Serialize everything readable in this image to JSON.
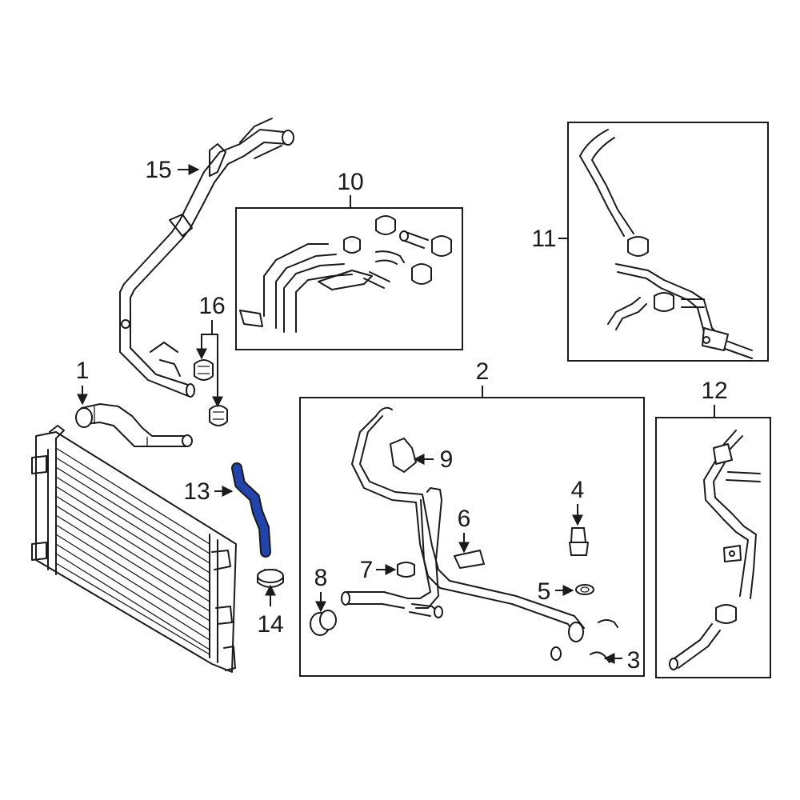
{
  "accent_color": "#2244aa",
  "callouts": {
    "c1": "1",
    "c2": "2",
    "c3": "3",
    "c4": "4",
    "c5": "5",
    "c6": "6",
    "c7": "7",
    "c8": "8",
    "c9": "9",
    "c10": "10",
    "c11": "11",
    "c12": "12",
    "c13": "13",
    "c14": "14",
    "c15": "15",
    "c16": "16"
  },
  "highlighted_part": "13"
}
